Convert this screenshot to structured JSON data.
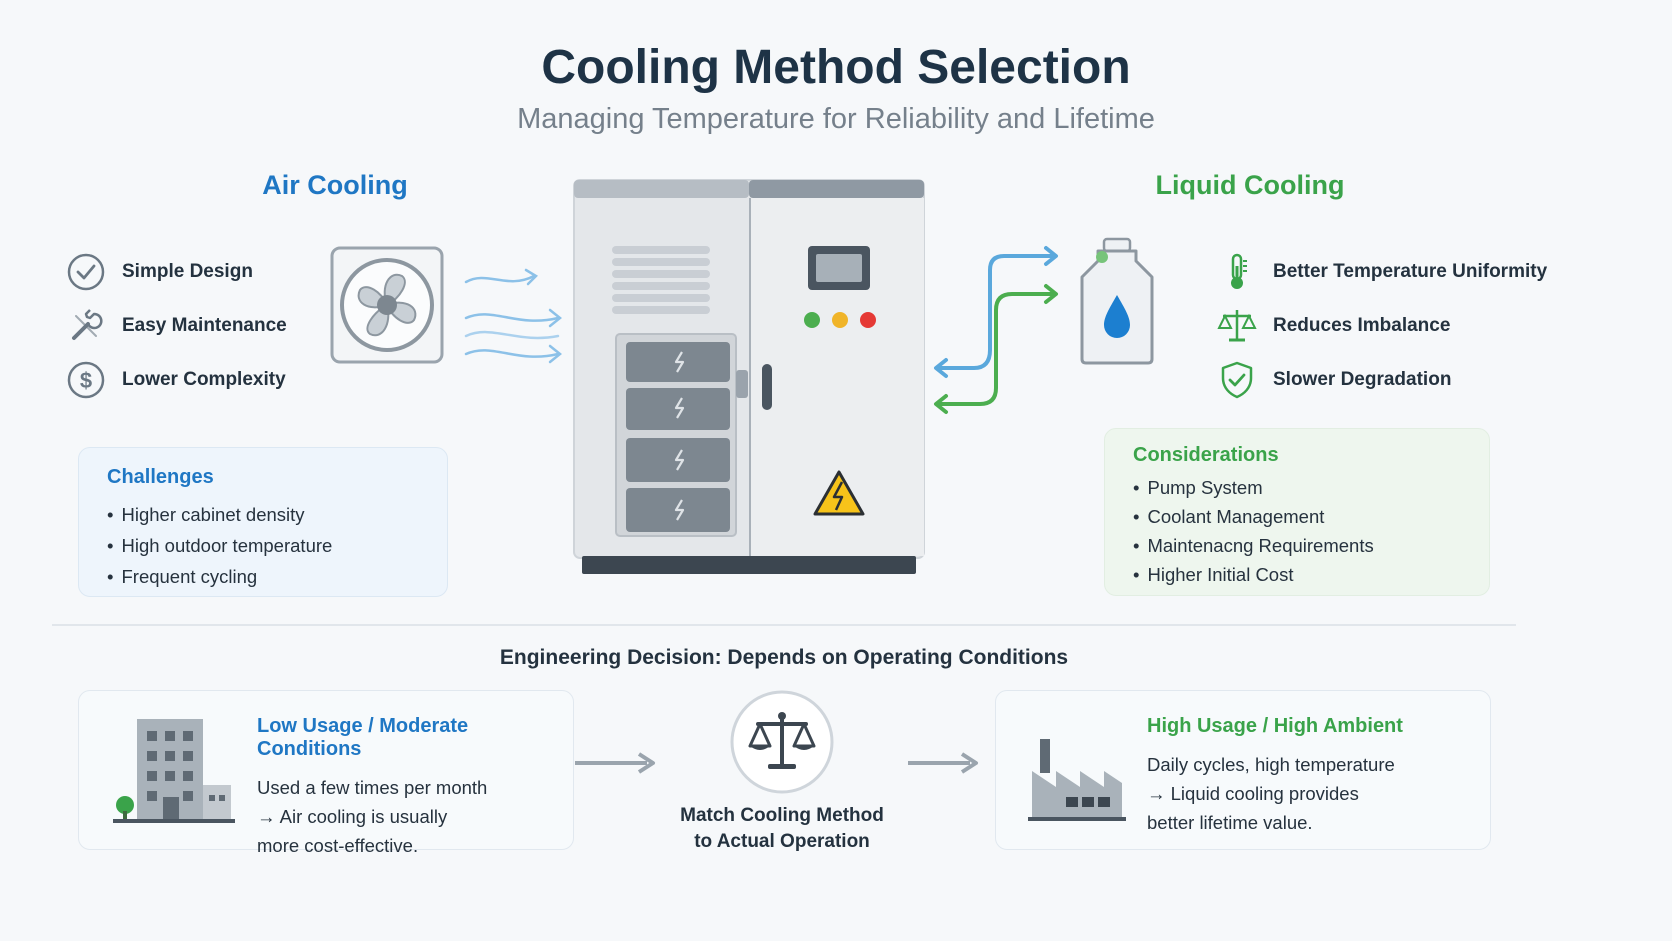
{
  "header": {
    "title": "Cooling Method Selection",
    "subtitle": "Managing Temperature for Reliability and Lifetime"
  },
  "air": {
    "heading": "Air Cooling",
    "features": [
      {
        "label": "Simple Design",
        "icon": "check-circle-icon"
      },
      {
        "label": "Easy Maintenance",
        "icon": "wrench-icon"
      },
      {
        "label": "Lower Complexity",
        "icon": "dollar-icon"
      }
    ],
    "challenges": {
      "title": "Challenges",
      "items": [
        "Higher cabinet density",
        "High outdoor temperature",
        "Frequent cycling"
      ]
    }
  },
  "liquid": {
    "heading": "Liquid Cooling",
    "features": [
      {
        "label": "Better Temperature Uniformity",
        "icon": "thermometer-icon"
      },
      {
        "label": "Reduces Imbalance",
        "icon": "balance-scale-icon"
      },
      {
        "label": "Slower Degradation",
        "icon": "shield-check-icon"
      }
    ],
    "considerations": {
      "title": "Considerations",
      "items": [
        "Pump System",
        "Coolant Management",
        "Maintenacng Requirements",
        "Higher Initial Cost"
      ]
    }
  },
  "decision": {
    "heading": "Engineering Decision: Depends on Operating Conditions",
    "low": {
      "title": "Low Usage / Moderate Conditions",
      "lines": [
        "Used a few times per month",
        "→ Air cooling is usually",
        "more cost-effective."
      ]
    },
    "high": {
      "title": "High Usage / High Ambient",
      "lines": [
        "Daily cycles, high temperature",
        "→ Liquid cooling provides",
        "better lifetime value."
      ]
    },
    "match": [
      "Match Cooling Method",
      "to Actual Operation"
    ]
  },
  "colors": {
    "air_blue": "#1f77c4",
    "liquid_green": "#3aa34a",
    "cabinet_grey": "#e6e8eb",
    "dark_grey": "#4a5560"
  }
}
